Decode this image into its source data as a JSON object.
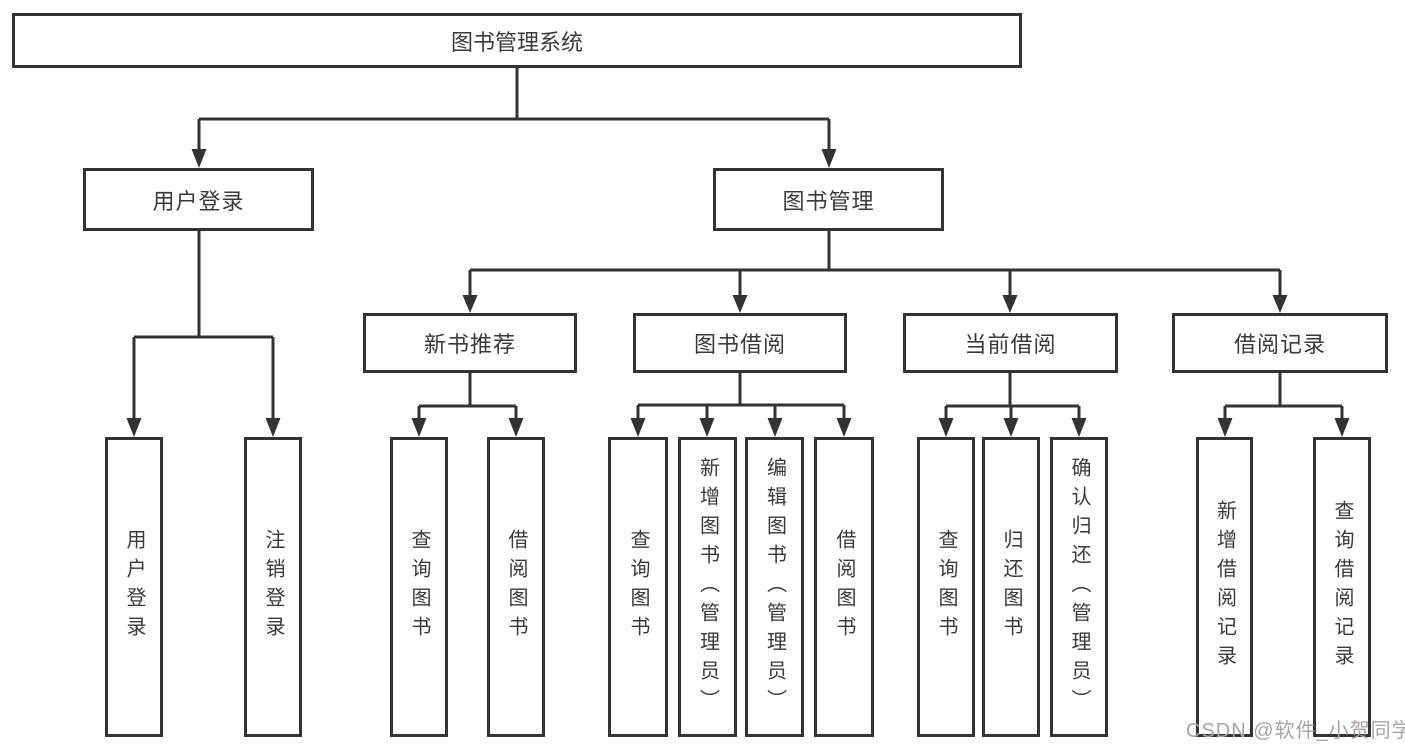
{
  "diagram": {
    "root": {
      "label": "图书管理系统"
    },
    "level2": [
      {
        "label": "用户登录"
      },
      {
        "label": "图书管理"
      }
    ],
    "level3": [
      {
        "label": "新书推荐"
      },
      {
        "label": "图书借阅"
      },
      {
        "label": "当前借阅"
      },
      {
        "label": "借阅记录"
      }
    ],
    "leaves_user_login": [
      "用户登录",
      "注销登录"
    ],
    "leaves_new_books": [
      "查询图书",
      "借阅图书"
    ],
    "leaves_book_borrow": [
      "查询图书",
      "新增图书（管理员）",
      "编辑图书（管理员）",
      "借阅图书"
    ],
    "leaves_current_borrow": [
      "查询图书",
      "归还图书",
      "确认归还（管理员）"
    ],
    "leaves_borrow_records": [
      "新增借阅记录",
      "查询借阅记录"
    ],
    "colors": {
      "line": "#333333",
      "text": "#3a3a3a",
      "watermark": "#aba3a1",
      "background": "#ffffff"
    }
  },
  "watermark": {
    "text": "CSDN @软件_小贺同学"
  }
}
